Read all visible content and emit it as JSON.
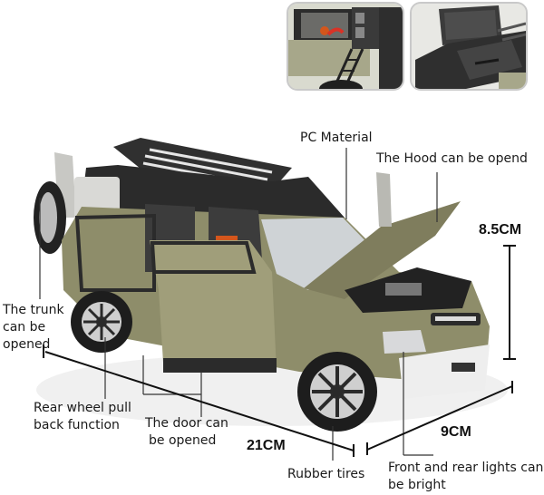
{
  "thumbnails": [
    {
      "name": "side-ladder-detail",
      "description": "Side ladder and rear door detail"
    },
    {
      "name": "roof-box-detail",
      "description": "Opened storage box detail"
    }
  ],
  "callouts": {
    "pc_material": "PC Material",
    "hood": "The Hood can be opend",
    "trunk_line1": "The trunk",
    "trunk_line2": "can be",
    "trunk_line3": "opened",
    "rear_wheel_line1": "Rear wheel pull",
    "rear_wheel_line2": "back function",
    "door_line1": "The door can",
    "door_line2": "be opened",
    "rubber_tires": "Rubber tires",
    "lights_line1": "Front and rear lights can",
    "lights_line2": "be bright"
  },
  "dimensions": {
    "height": "8.5CM",
    "length": "21CM",
    "width": "9CM"
  },
  "colors": {
    "body": "#8e8d6a",
    "roof": "#2b2b2b",
    "interior": "#d4561c",
    "line": "#111111"
  }
}
